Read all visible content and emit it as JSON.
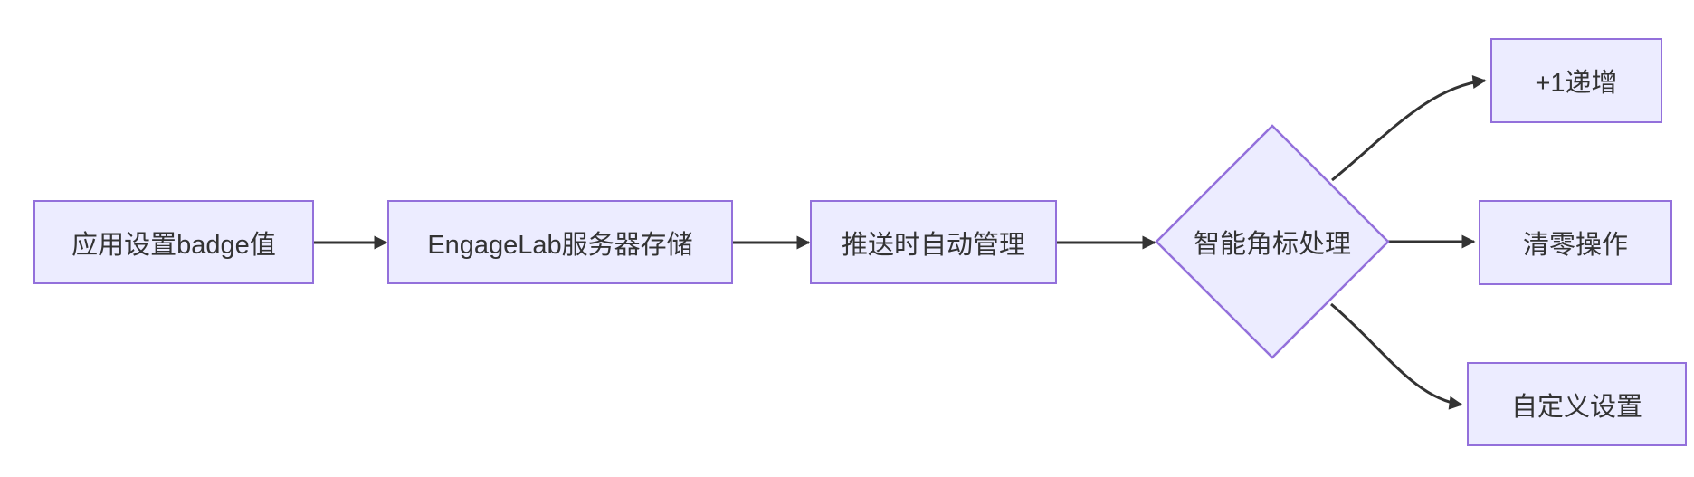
{
  "diagram": {
    "type": "flowchart",
    "direction": "left-to-right",
    "colors": {
      "node_fill": "#ECECFF",
      "node_border": "#9370DB",
      "edge_color": "#333333",
      "text_color": "#333333",
      "background": "#ffffff"
    },
    "nodes": [
      {
        "id": "app-set-badge",
        "label": "应用设置badge值",
        "shape": "rect"
      },
      {
        "id": "server-store",
        "label": "EngageLab服务器存储",
        "shape": "rect"
      },
      {
        "id": "auto-manage",
        "label": "推送时自动管理",
        "shape": "rect"
      },
      {
        "id": "smart-badge",
        "label": "智能角标处理",
        "shape": "diamond"
      },
      {
        "id": "increment",
        "label": "+1递增",
        "shape": "rect"
      },
      {
        "id": "reset",
        "label": "清零操作",
        "shape": "rect"
      },
      {
        "id": "custom",
        "label": "自定义设置",
        "shape": "rect"
      }
    ],
    "edges": [
      {
        "from": "app-set-badge",
        "to": "server-store"
      },
      {
        "from": "server-store",
        "to": "auto-manage"
      },
      {
        "from": "auto-manage",
        "to": "smart-badge"
      },
      {
        "from": "smart-badge",
        "to": "increment"
      },
      {
        "from": "smart-badge",
        "to": "reset"
      },
      {
        "from": "smart-badge",
        "to": "custom"
      }
    ]
  }
}
